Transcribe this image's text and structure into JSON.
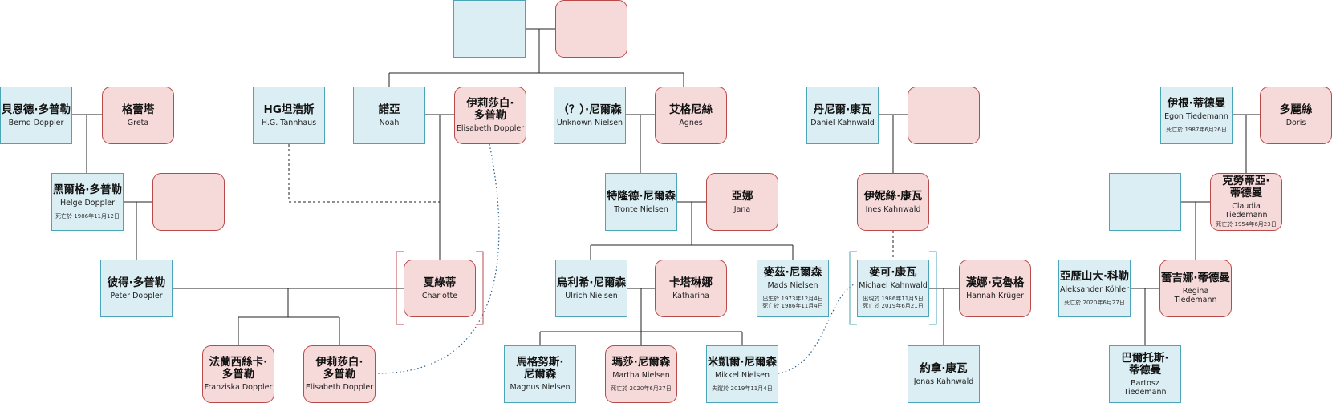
{
  "people": {
    "top_father": {
      "name": "",
      "roman": "",
      "note": ""
    },
    "top_mother": {
      "name": "",
      "roman": "",
      "note": ""
    },
    "bernd": {
      "name": "貝恩德·多普勒",
      "roman": "Bernd Doppler",
      "note": ""
    },
    "greta": {
      "name": "格蕾塔",
      "roman": "Greta",
      "note": ""
    },
    "helge": {
      "name": "黑爾格·多普勒",
      "roman": "Helge Doppler",
      "note": "死亡於 1986年11月12日"
    },
    "helge_wife": {
      "name": "",
      "roman": "",
      "note": ""
    },
    "peter": {
      "name": "彼得·多普勒",
      "roman": "Peter Doppler",
      "note": ""
    },
    "hg": {
      "name": "HG坦浩斯",
      "roman": "H.G. Tannhaus",
      "note": ""
    },
    "noah": {
      "name": "諾亞",
      "roman": "Noah",
      "note": ""
    },
    "elisabeth_old": {
      "name": "伊莉莎白·\n多普勒",
      "roman": "Elisabeth Doppler",
      "note": ""
    },
    "charlotte": {
      "name": "夏綠蒂",
      "roman": "Charlotte",
      "note": ""
    },
    "franziska": {
      "name": "法蘭西絲卡·\n多普勒",
      "roman": "Franziska Doppler",
      "note": ""
    },
    "elisabeth_young": {
      "name": "伊莉莎白·\n多普勒",
      "roman": "Elisabeth Doppler",
      "note": ""
    },
    "unknown_nielsen": {
      "name": "（？）·尼爾森",
      "roman": "Unknown Nielsen",
      "note": ""
    },
    "agnes": {
      "name": "艾格尼絲",
      "roman": "Agnes",
      "note": ""
    },
    "tronte": {
      "name": "特隆德·尼爾森",
      "roman": "Tronte Nielsen",
      "note": ""
    },
    "jana": {
      "name": "亞娜",
      "roman": "Jana",
      "note": ""
    },
    "ulrich": {
      "name": "烏利希·尼爾森",
      "roman": "Ulrich Nielsen",
      "note": ""
    },
    "katharina": {
      "name": "卡塔琳娜",
      "roman": "Katharina",
      "note": ""
    },
    "mads": {
      "name": "麥茲·尼爾森",
      "roman": "Mads Nielsen",
      "note": "出生於 1973年12月4日\n死亡於 1986年11月4日"
    },
    "magnus": {
      "name": "馬格努斯·\n尼爾森",
      "roman": "Magnus Nielsen",
      "note": ""
    },
    "martha": {
      "name": "瑪莎·尼爾森",
      "roman": "Martha Nielsen",
      "note": "死亡於 2020年6月27日"
    },
    "mikkel": {
      "name": "米凱爾·尼爾森",
      "roman": "Mikkel Nielsen",
      "note": "失蹤於 2019年11月4日"
    },
    "daniel": {
      "name": "丹尼爾·康瓦",
      "roman": "Daniel Kahnwald",
      "note": ""
    },
    "daniel_wife": {
      "name": "",
      "roman": "",
      "note": ""
    },
    "ines": {
      "name": "伊妮絲·康瓦",
      "roman": "Ines Kahnwald",
      "note": ""
    },
    "michael": {
      "name": "麥可·康瓦",
      "roman": "Michael Kahnwald",
      "note": "出現於 1986年11月5日\n死亡於 2019年6月21日"
    },
    "hannah": {
      "name": "漢娜·克魯格",
      "roman": "Hannah Krüger",
      "note": ""
    },
    "jonas": {
      "name": "約拿·康瓦",
      "roman": "Jonas Kahnwald",
      "note": ""
    },
    "egon": {
      "name": "伊根·蒂德曼",
      "roman": "Egon Tiedemann",
      "note": "死亡於 1987年6月26日"
    },
    "doris": {
      "name": "多麗絲",
      "roman": "Doris",
      "note": ""
    },
    "claudia_husband": {
      "name": "",
      "roman": "",
      "note": ""
    },
    "claudia": {
      "name": "克勞蒂亞·\n蒂德曼",
      "roman": "Claudia Tiedemann",
      "note": "死亡於 1954年6月23日"
    },
    "aleksander": {
      "name": "亞歷山大·科勒",
      "roman": "Aleksander Köhler",
      "note": "死亡於 2020年6月27日"
    },
    "regina": {
      "name": "蕾吉娜·蒂德曼",
      "roman": "Regina Tiedemann",
      "note": ""
    },
    "bartosz": {
      "name": "巴爾托斯·\n蒂德曼",
      "roman": "Bartosz Tiedemann",
      "note": ""
    }
  },
  "palette": {
    "male_fill": "#daeef3",
    "male_border": "#4aa6b6",
    "female_fill": "#f6d9d9",
    "female_border": "#b84a4a",
    "line": "#222222"
  }
}
